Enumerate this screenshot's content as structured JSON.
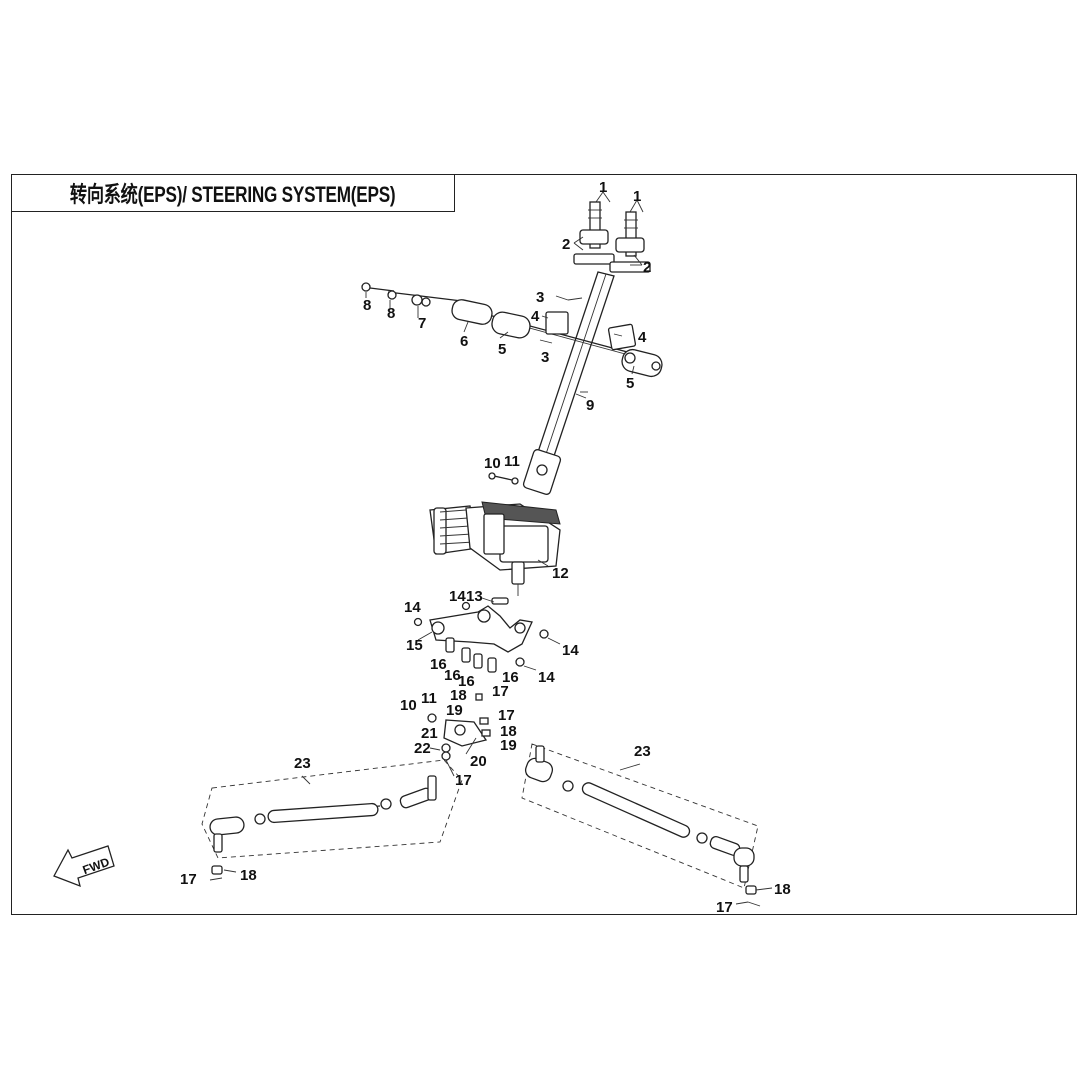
{
  "title": "转向系统(EPS)/ STEERING SYSTEM(EPS)",
  "fwd_label": "FWD",
  "callouts": [
    "1",
    "1",
    "2",
    "2",
    "3",
    "3",
    "4",
    "4",
    "5",
    "5",
    "6",
    "7",
    "8",
    "8",
    "9",
    "10",
    "11",
    "12",
    "13",
    "14",
    "14",
    "14",
    "14",
    "15",
    "16",
    "16",
    "16",
    "16",
    "17",
    "17",
    "17",
    "17",
    "17",
    "18",
    "18",
    "18",
    "18",
    "19",
    "19",
    "20",
    "21",
    "22",
    "23",
    "23",
    "10",
    "11"
  ]
}
